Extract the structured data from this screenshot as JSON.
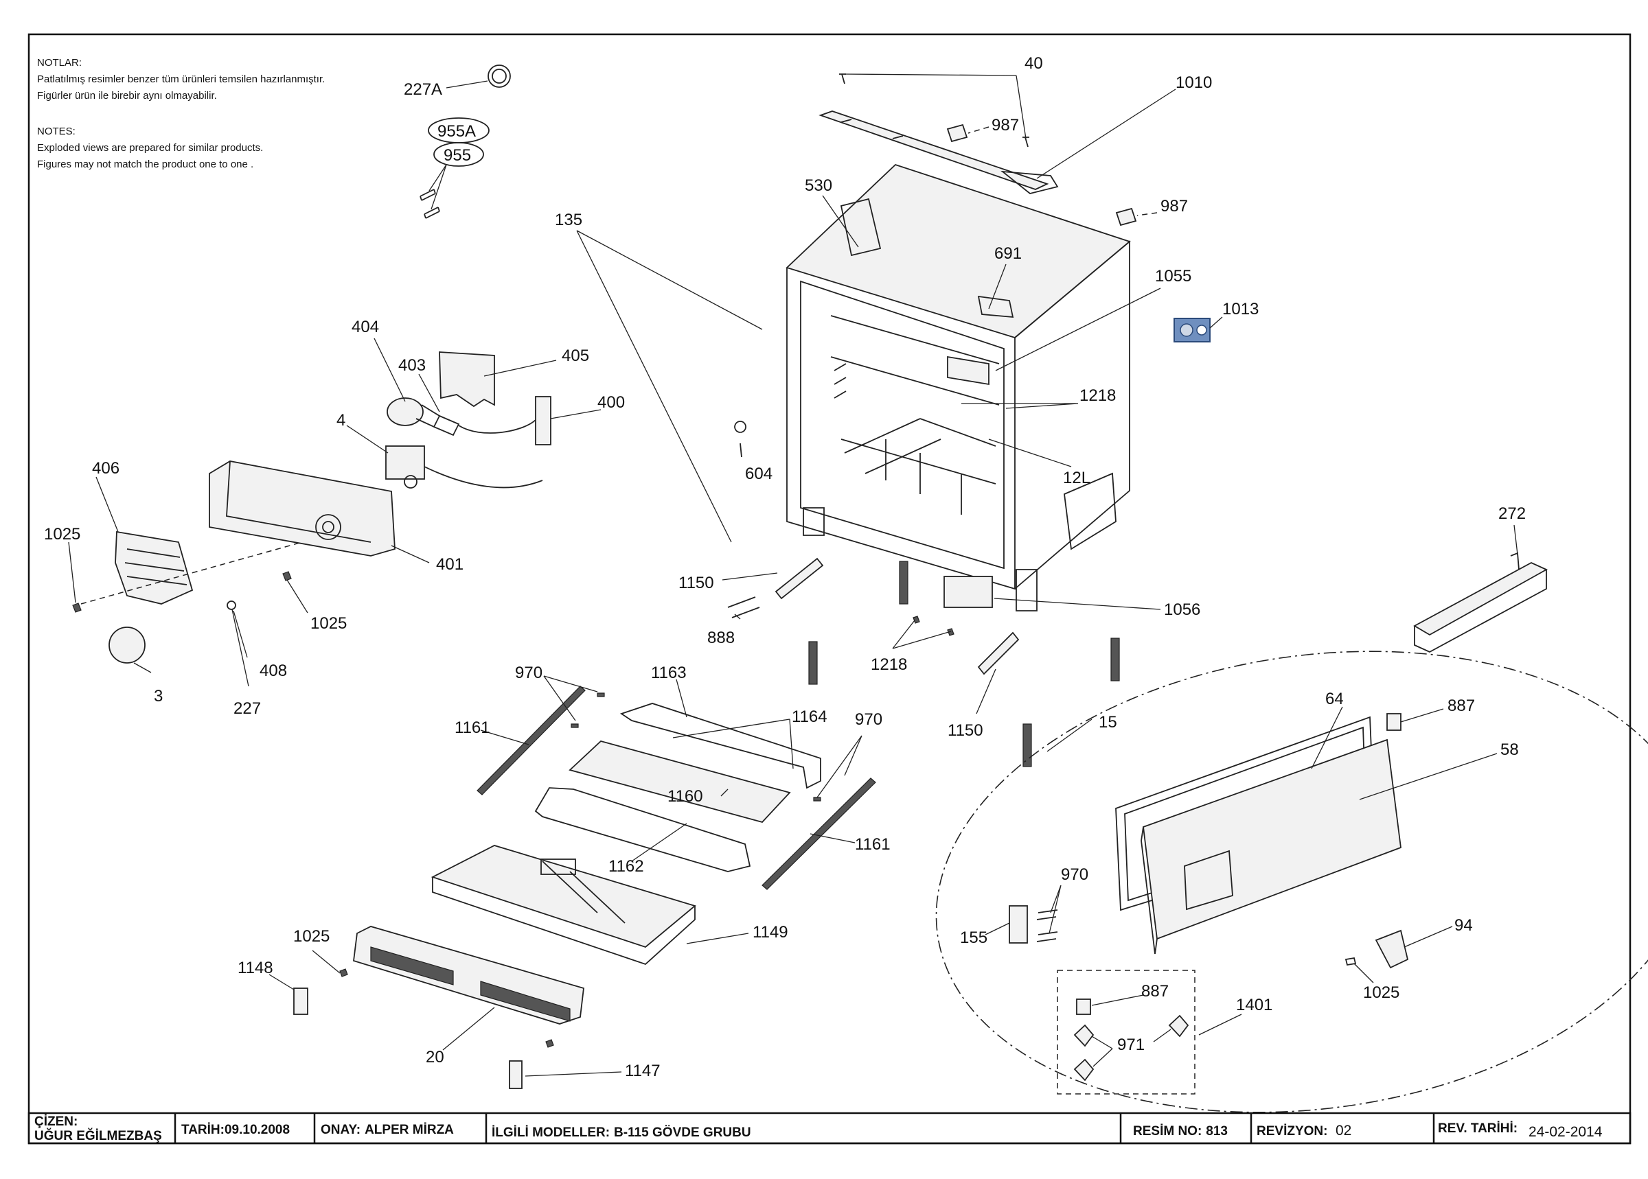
{
  "notes": {
    "tr_heading": "NOTLAR:",
    "tr_line1": "Patlatılmış  resimler benzer tüm ürünleri temsilen  hazırlanmıştır.",
    "tr_line2": "Figürler ürün ile birebir aynı olmayabilir.",
    "en_heading": "NOTES:",
    "en_line1": "Exploded views are prepared for similar products.",
    "en_line2": "Figures  may not match the product one to one ."
  },
  "callouts": [
    "227A",
    "955A",
    "955",
    "40",
    "1010",
    "987",
    "987",
    "530",
    "135",
    "691",
    "1055",
    "1013",
    "404",
    "403",
    "405",
    "400",
    "1218",
    "4",
    "604",
    "12L",
    "406",
    "1025",
    "401",
    "272",
    "1150",
    "888",
    "1056",
    "1025",
    "1218",
    "408",
    "3",
    "227",
    "970",
    "1163",
    "1164",
    "970",
    "1161",
    "15",
    "1150",
    "64",
    "887",
    "58",
    "1160",
    "1161",
    "1162",
    "970",
    "1149",
    "155",
    "94",
    "1025",
    "1148",
    "887",
    "1401",
    "971",
    "20",
    "1147",
    "1025"
  ],
  "title_block": {
    "drawn_label": "ÇİZEN:",
    "drawn_by": "UĞUR EĞİLMEZBAŞ",
    "date_label": "TARİH:",
    "date_value": "09.10.2008",
    "approval_label": "ONAY:",
    "approval_value": "ALPER MİRZA",
    "models_label": "İLGİLİ MODELLER:",
    "models_value": "B-115 GÖVDE GRUBU",
    "drawing_no_label": "RESİM NO:",
    "drawing_no_value": "813",
    "revision_label": "REVİZYON:",
    "revision_value": "02",
    "rev_date_label": "REV. TARİHİ:",
    "rev_date_value": "24-02-2014"
  }
}
